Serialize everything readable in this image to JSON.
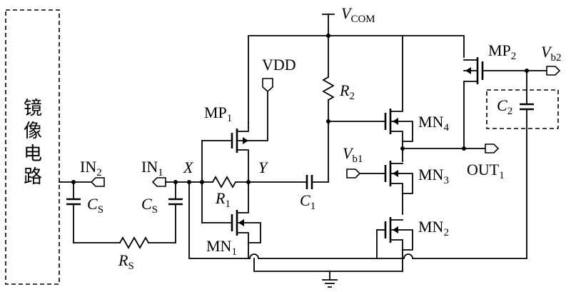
{
  "mirror_circuit": {
    "label_chars": [
      "镜",
      "像",
      "电",
      "路"
    ]
  },
  "labels": {
    "vcom": {
      "main": "V",
      "sub": "COM"
    },
    "vdd": "VDD",
    "mp1": {
      "main": "MP",
      "sub": "1"
    },
    "mp2": {
      "main": "MP",
      "sub": "2"
    },
    "mn1": {
      "main": "MN",
      "sub": "1"
    },
    "mn2": {
      "main": "MN",
      "sub": "2"
    },
    "mn3": {
      "main": "MN",
      "sub": "3"
    },
    "mn4": {
      "main": "MN",
      "sub": "4"
    },
    "r1": {
      "main": "R",
      "sub": "1"
    },
    "r2": {
      "main": "R",
      "sub": "2"
    },
    "rs": {
      "main": "R",
      "sub": "S"
    },
    "c1": {
      "main": "C",
      "sub": "1"
    },
    "c2": {
      "main": "C",
      "sub": "2"
    },
    "cs_left": {
      "main": "C",
      "sub": "S"
    },
    "cs_right": {
      "main": "C",
      "sub": "S"
    },
    "in1": {
      "main": "IN",
      "sub": "1"
    },
    "in2": {
      "main": "IN",
      "sub": "2"
    },
    "out1": {
      "main": "OUT",
      "sub": "1"
    },
    "vb1": {
      "main": "V",
      "sub": "b1"
    },
    "vb2": {
      "main": "V",
      "sub": "b2"
    },
    "node_x": "X",
    "node_y": "Y"
  }
}
